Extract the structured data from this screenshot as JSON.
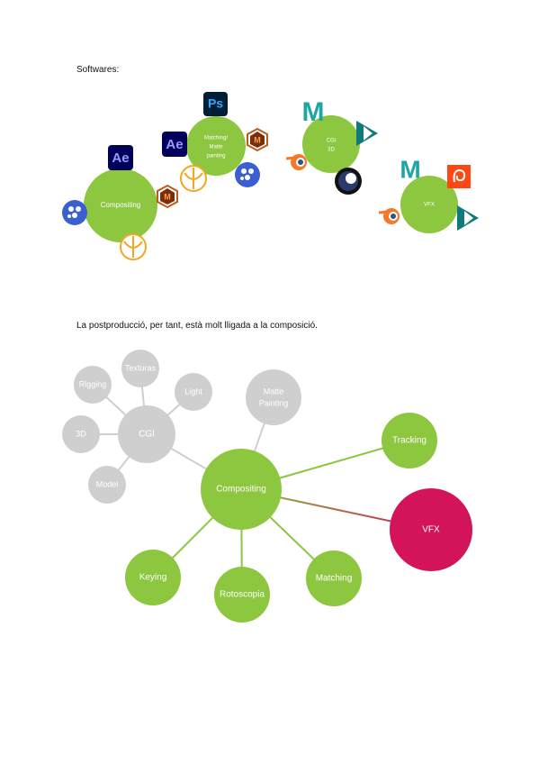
{
  "heading_softwares": "Softwares:",
  "paragraph": "La postproducció, per tant, està molt lligada a la composició.",
  "top": {
    "circles": [
      {
        "id": "compositing",
        "label": "Compositing"
      },
      {
        "id": "matching",
        "label": "Matching/ Matte painting"
      },
      {
        "id": "cgi",
        "label": "CGI 3D"
      },
      {
        "id": "vfx",
        "label": "VFX"
      }
    ],
    "icon_text": {
      "ae": "Ae",
      "ps": "Ps",
      "maya": "M",
      "mocha": "M"
    }
  },
  "diagram": {
    "gray": {
      "cgi": "CGI",
      "texturas": "Texturas",
      "rigging": "Rigging",
      "light": "Light",
      "d3": "3D",
      "model": "Model",
      "matte": "Matte Painting"
    },
    "green": {
      "compositing": "Compositing",
      "tracking": "Tracking",
      "keying": "Keying",
      "rotoscopia": "Rotoscopia",
      "matching": "Matching"
    },
    "highlight": {
      "vfx": "VFX"
    }
  },
  "colors": {
    "green": "#8dc63f",
    "gray": "#cfcfcf",
    "magenta": "#d4145a",
    "adobe_dark": "#00005b",
    "ae_text": "#9999ff",
    "ps_text": "#31a8ff",
    "maya": "#1fa5a4",
    "orange": "#f5a623"
  }
}
